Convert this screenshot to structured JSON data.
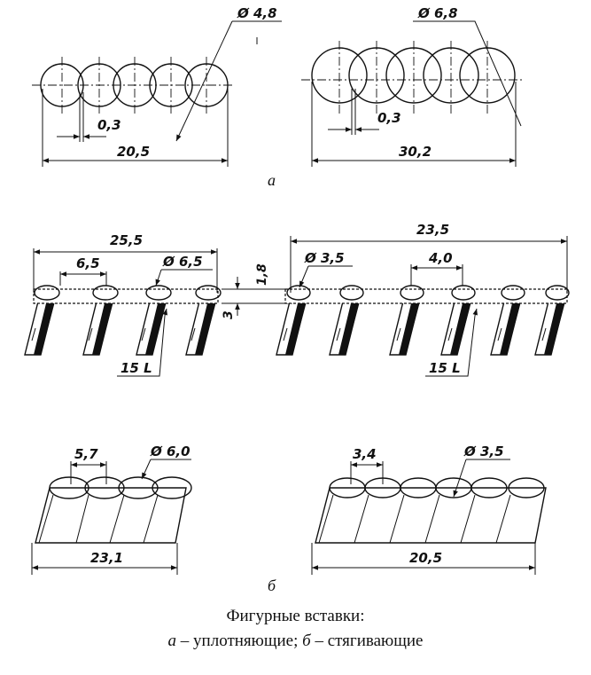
{
  "figure": {
    "sealing": {
      "left": {
        "diameter": "Ø 4,8",
        "gap": "0,3",
        "length": "20,5"
      },
      "right": {
        "diameter": "Ø 6,8",
        "gap": "0,3",
        "length": "30,2"
      },
      "panel_label": "а"
    },
    "shaped_mid": {
      "left": {
        "overall": "25,5",
        "pitch": "6,5",
        "diameter": "Ø 6,5",
        "angle": "15 L"
      },
      "right": {
        "overall": "23,5",
        "pitch": "4,0",
        "diameter": "Ø 3,5",
        "angle": "15 L"
      },
      "thickness_top": "1,8",
      "thickness_side": "3"
    },
    "tightening": {
      "left": {
        "pitch": "5,7",
        "diameter": "Ø 6,0",
        "length": "23,1"
      },
      "right": {
        "pitch": "3,4",
        "diameter": "Ø 3,5",
        "length": "20,5"
      },
      "panel_label": "б"
    }
  },
  "caption": {
    "title": "Фигурные вставки:",
    "a_letter": "а",
    "a_text": " – уплотняющие; ",
    "b_letter": "б",
    "b_text": " – стягивающие"
  }
}
